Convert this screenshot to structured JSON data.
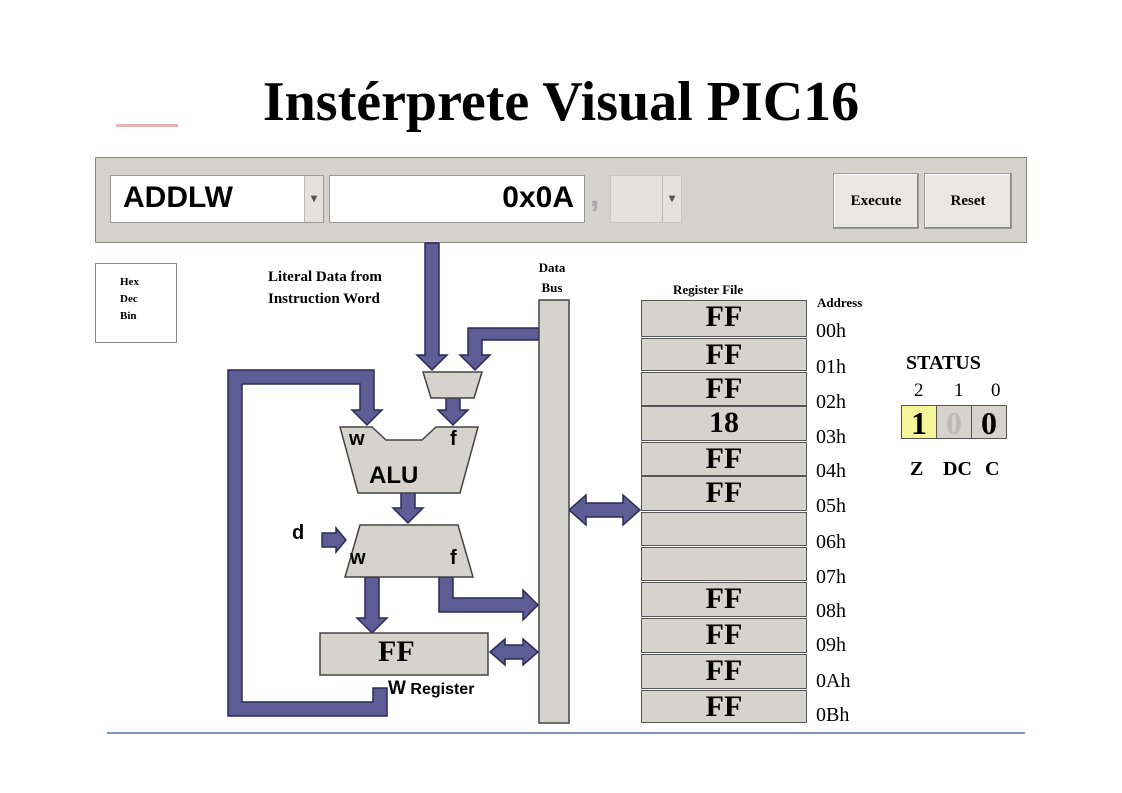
{
  "title": "Instérprete Visual PIC16",
  "toolbar": {
    "instruction": "ADDLW",
    "operand": "0x0A",
    "separator": ",",
    "dest_value": "",
    "execute_label": "Execute",
    "reset_label": "Reset"
  },
  "radix": [
    "Hex",
    "Dec",
    "Bin"
  ],
  "labels": {
    "literal_line1": "Literal Data from",
    "literal_line2": "Instruction Word",
    "data_bus_line1": "Data",
    "data_bus_line2": "Bus",
    "register_file": "Register File",
    "address": "Address",
    "alu": "ALU",
    "alu_w": "w",
    "alu_f": "f",
    "mux_w": "w",
    "mux_f": "f",
    "d": "d",
    "w_register_w": "W",
    "w_register_text": "Register",
    "w_value": "FF"
  },
  "registers": [
    {
      "value": "FF",
      "address": "00h"
    },
    {
      "value": "FF",
      "address": "01h"
    },
    {
      "value": "FF",
      "address": "02h"
    },
    {
      "value": "18",
      "address": "03h"
    },
    {
      "value": "FF",
      "address": "04h"
    },
    {
      "value": "FF",
      "address": "05h"
    },
    {
      "value": "",
      "address": "06h"
    },
    {
      "value": "",
      "address": "07h"
    },
    {
      "value": "FF",
      "address": "08h"
    },
    {
      "value": "FF",
      "address": "09h"
    },
    {
      "value": "FF",
      "address": "0Ah"
    },
    {
      "value": "FF",
      "address": "0Bh"
    }
  ],
  "status": {
    "title": "STATUS",
    "bit_numbers": [
      "2",
      "1",
      "0"
    ],
    "bits": [
      "1",
      "0",
      "0"
    ],
    "bit_names": [
      "Z",
      "DC",
      "C"
    ]
  },
  "colors": {
    "arrow": "#5d5c95",
    "arrow_stroke": "#2a2a55",
    "block": "#d6d3ce",
    "z_highlight": "#f5f59a",
    "dc_text": "#bbbbbb",
    "rule": "#5a6fa8"
  }
}
